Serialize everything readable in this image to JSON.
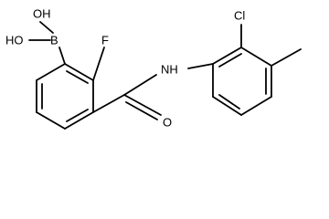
{
  "molecule": {
    "atoms": {
      "boronic_oh_top": "OH",
      "boronic_oh_left": "HO",
      "boron": "B",
      "fluorine": "F",
      "amide_nh": "NH",
      "amide_o": "O",
      "chlorine": "Cl"
    },
    "colors": {
      "bond": "#000000",
      "label": "#000000",
      "background": "#ffffff"
    }
  }
}
